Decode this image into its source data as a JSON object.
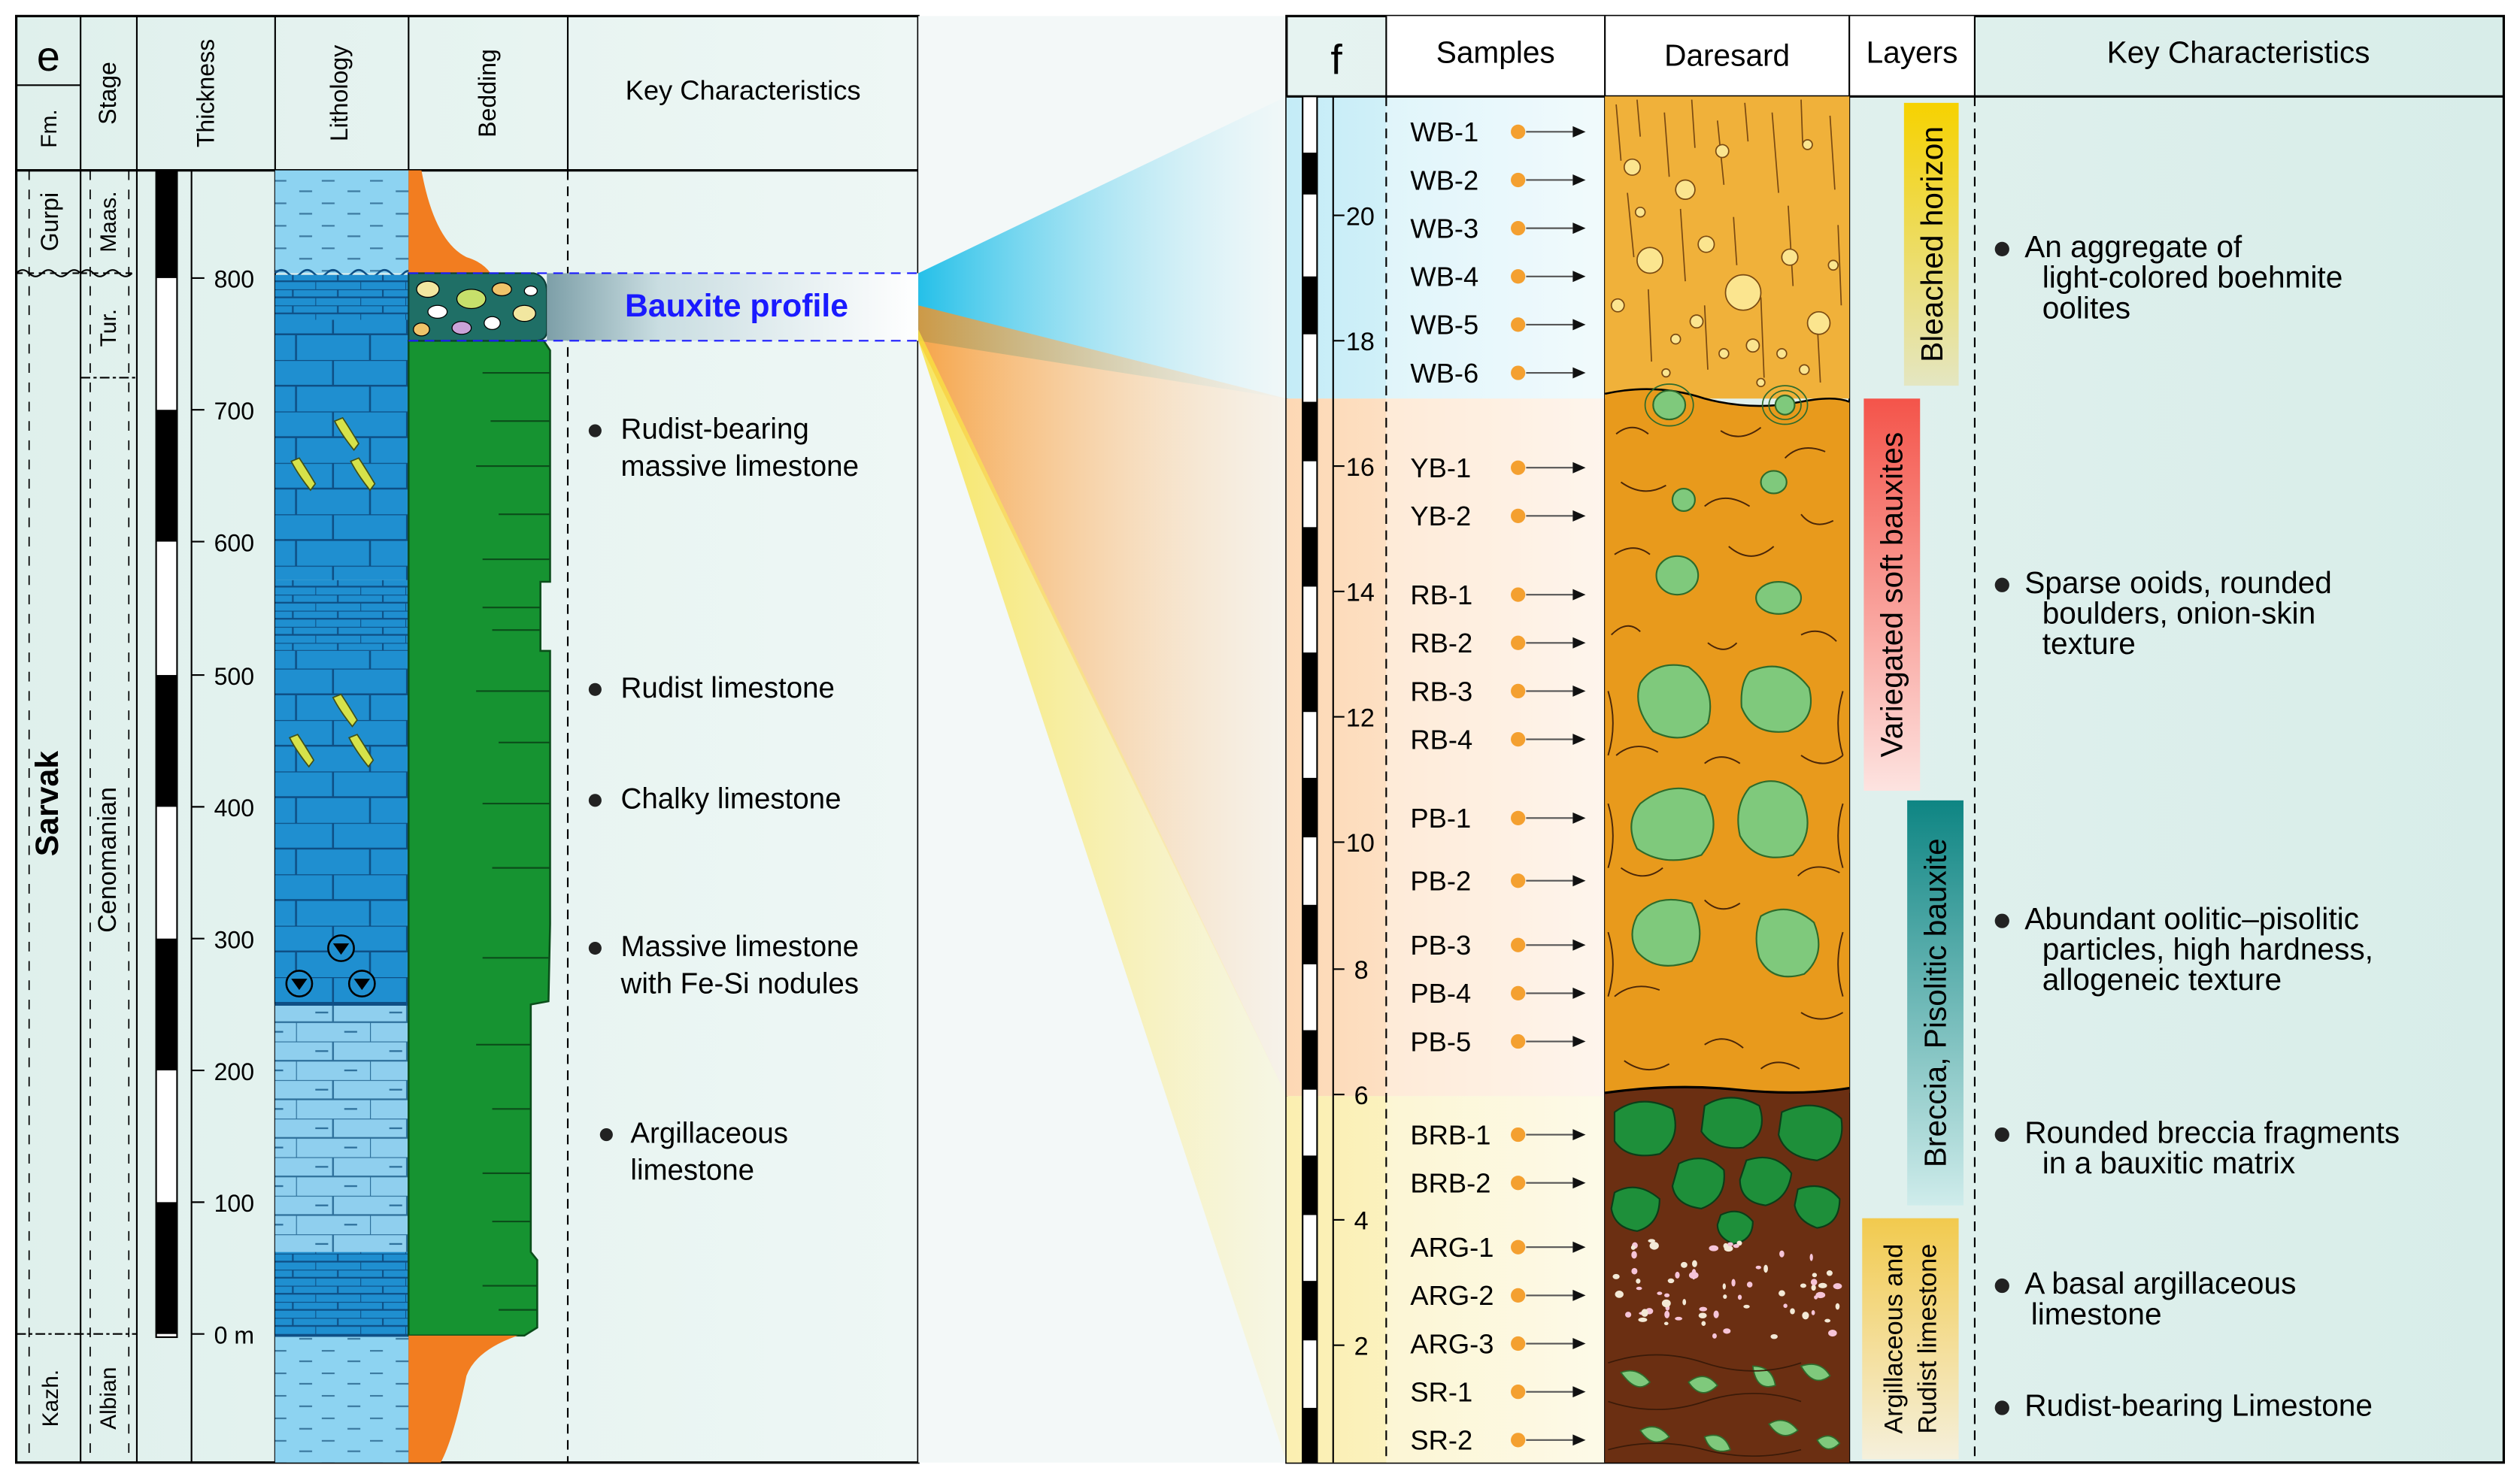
{
  "colors": {
    "panel_bg": "#e6f2ef",
    "limestone_blue": "#1f8fd0",
    "argillaceous_blue": "#8fcfee",
    "shale_blue": "#8dd3f1",
    "bedding_green": "#169331",
    "bedding_orange": "#f27d20",
    "bauxite_teal": "#1f6f66",
    "bleached": "#f0b13a",
    "soft_orange": "#e89a1c",
    "brown": "#6b2f12",
    "clast_green": "#7fc97c",
    "dark_green": "#1e8f3a",
    "sample_dot": "#f4a030",
    "bauxite_label": "#1a1aff"
  },
  "panel_e": {
    "letter": "e",
    "headers": {
      "fm": "Fm.",
      "stage": "Stage",
      "thickness": "Thickness",
      "lithology": "Lithology",
      "bedding": "Bedding",
      "key": "Key Characteristics"
    },
    "formations": {
      "gurpi": "Gurpi",
      "sarvak": "Sarvak",
      "kazh": "Kazh."
    },
    "stages": {
      "maas": "Maas.",
      "tur": "Tur.",
      "cenomanian": "Cenomanian",
      "albian": "Albian"
    },
    "scale_labels": [
      "0 m",
      "100",
      "200",
      "300",
      "400",
      "500",
      "600",
      "700",
      "800"
    ],
    "bauxite_label": "Bauxite profile",
    "characteristics": [
      {
        "line1": "Rudist-bearing",
        "line2": "massive limestone"
      },
      {
        "line1": "Rudist limestone",
        "line2": ""
      },
      {
        "line1": "Chalky limestone",
        "line2": ""
      },
      {
        "line1": "Massive limestone",
        "line2": "with Fe-Si nodules"
      },
      {
        "line1": "Argillaceous",
        "line2": "limestone"
      }
    ]
  },
  "panel_f": {
    "letter": "f",
    "headers": {
      "samples": "Samples",
      "profile": "Daresard",
      "layers": "Layers",
      "key": "Key Characteristics"
    },
    "scale_labels": [
      "2",
      "4",
      "6",
      "8",
      "10",
      "12",
      "14",
      "16",
      "18",
      "20"
    ],
    "samples": [
      "WB-1",
      "WB-2",
      "WB-3",
      "WB-4",
      "WB-5",
      "WB-6",
      "YB-1",
      "YB-2",
      "RB-1",
      "RB-2",
      "RB-3",
      "RB-4",
      "PB-1",
      "PB-2",
      "PB-3",
      "PB-4",
      "PB-5",
      "BRB-1",
      "BRB-2",
      "ARG-1",
      "ARG-2",
      "ARG-3",
      "SR-1",
      "SR-2"
    ],
    "layers": {
      "bleached": "Bleached horizon",
      "variegated": "Variegated soft bauxites",
      "breccia": "Breccia, Pisolitic bauxite",
      "argillaceous_line1": "Argillaceous and",
      "argillaceous_line2": "Rudist limestone"
    },
    "characteristics": [
      {
        "line1": "An aggregate of",
        "line2": "light-colored boehmite",
        "line3": "oolites"
      },
      {
        "line1": "Sparse ooids, rounded",
        "line2": "boulders, onion-skin",
        "line3": "texture"
      },
      {
        "line1": "Abundant oolitic–pisolitic",
        "line2": "particles, high hardness,",
        "line3": "allogeneic texture"
      },
      {
        "line1": "Rounded breccia fragments",
        "line2": "in a bauxitic matrix",
        "line3": ""
      },
      {
        "line1": "A basal argillaceous",
        "line2": "limestone",
        "line3": ""
      },
      {
        "line1": "Rudist-bearing Limestone",
        "line2": "",
        "line3": ""
      }
    ]
  }
}
